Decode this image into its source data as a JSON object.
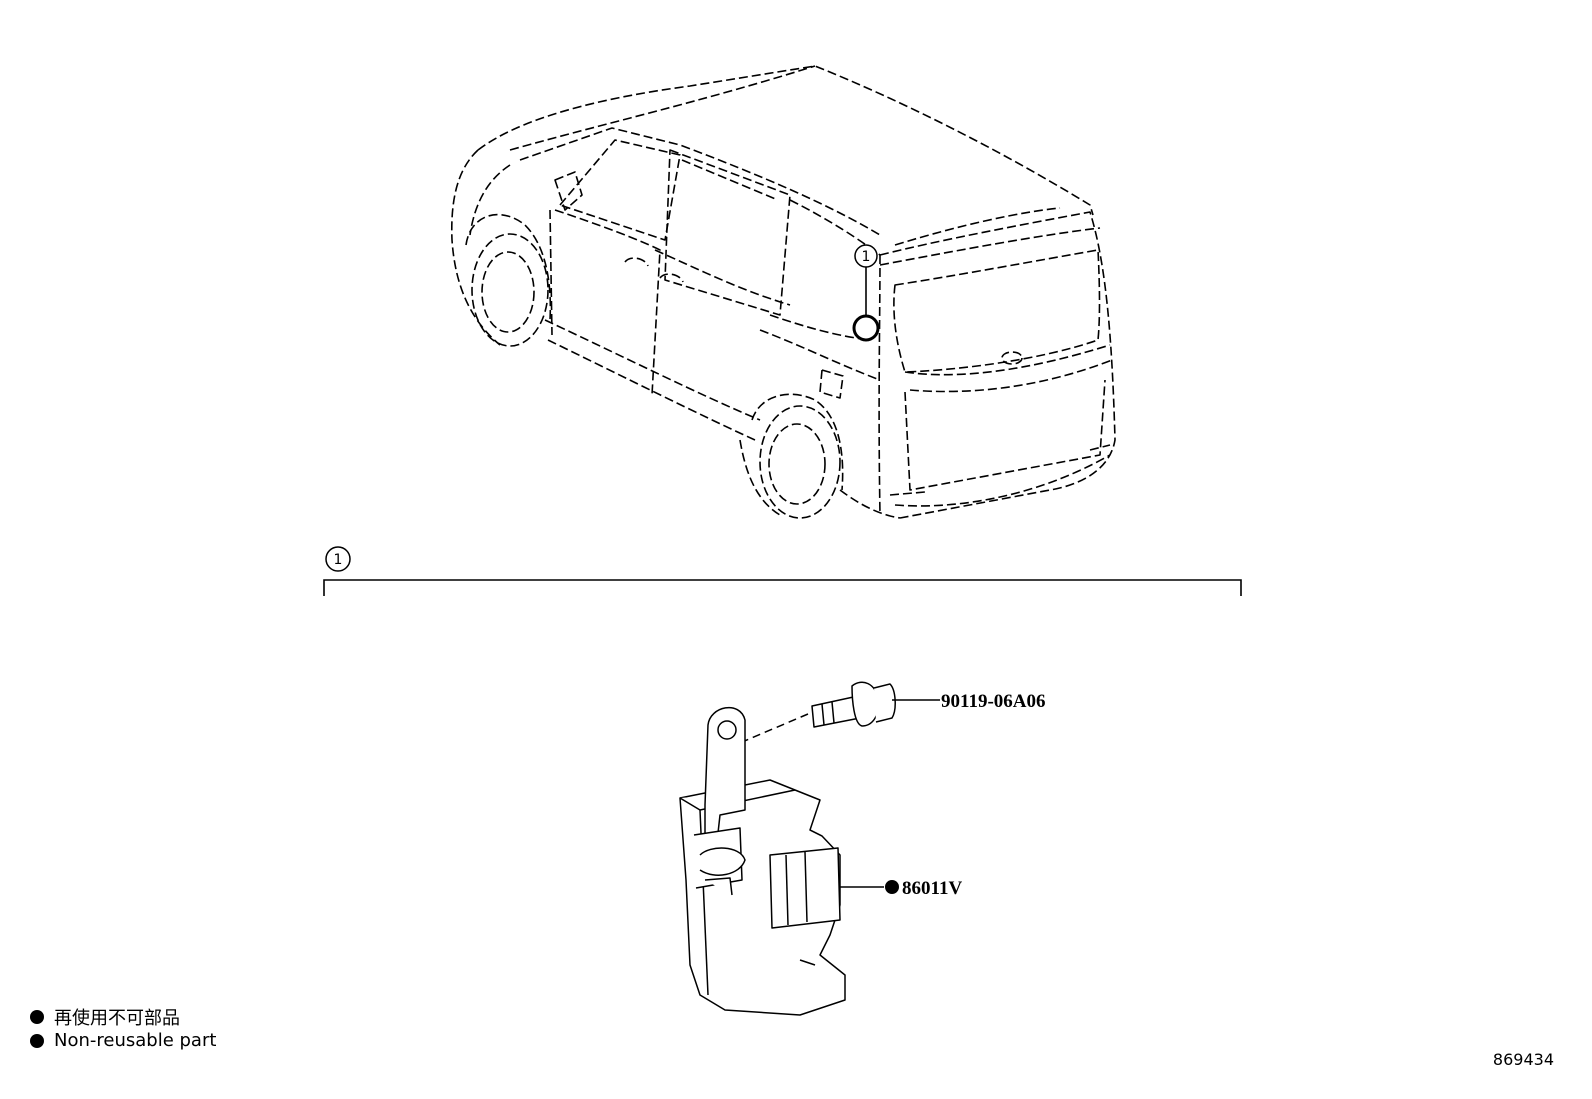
{
  "callout": {
    "number": "1"
  },
  "parts": [
    {
      "part_number": "90119-06A06",
      "non_reusable": false
    },
    {
      "part_number": "86011V",
      "non_reusable": true
    }
  ],
  "legend": {
    "marker_icon": "filled-circle-icon",
    "label_jp": "再使用不可部品",
    "label_en": "Non-reusable part"
  },
  "diagram_id": "869434"
}
